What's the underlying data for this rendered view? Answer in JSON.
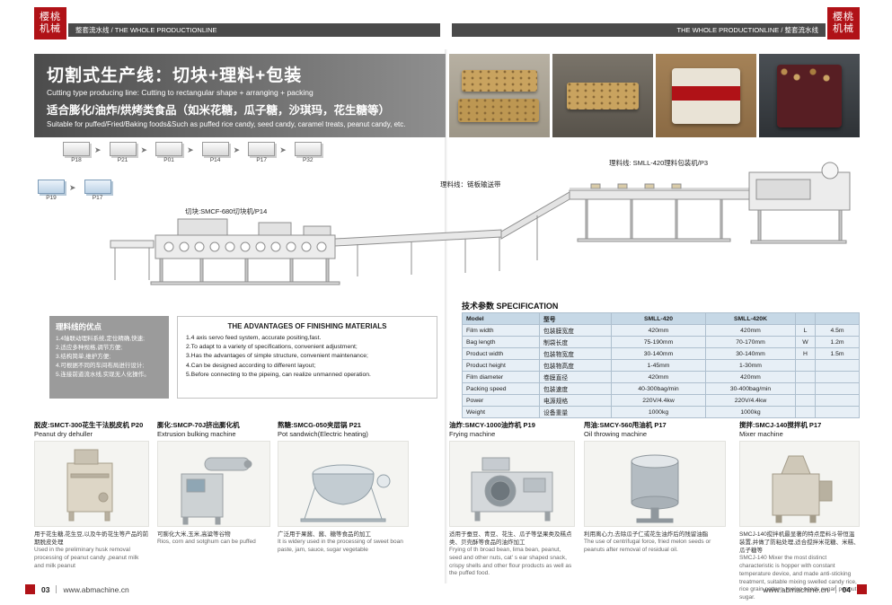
{
  "brand": {
    "logo_line1": "樱桃",
    "logo_line2": "机械",
    "header_left": "整套流水线 / THE WHOLE PRODUCTIONLINE",
    "header_right": "THE WHOLE PRODUCTIONLINE / 整套流水线",
    "accent_red": "#b01217",
    "footer_url_left": "www.abmachine.cn",
    "footer_url_right": "www.abmachine.cn",
    "page_left": "03",
    "page_right": "04"
  },
  "banner": {
    "title_cn": "切割式生产线：切块+理料+包装",
    "title_en": "Cutting type producing line:  Cutting to rectangular shape + arranging + packing",
    "subtitle_cn": "适合膨化/油炸/烘烤类食品（如米花糖，瓜子糖，沙琪玛，花生糖等）",
    "subtitle_en": "Suitable for puffed/Fried/Baking foods&Such as puffed rice candy, seed candy, caramel treats, peanut candy, etc."
  },
  "diagram": {
    "steps_row1": [
      "P18",
      "P21",
      "P01",
      "P14",
      "P17",
      "P32"
    ],
    "steps_row2": [
      "P19",
      "P17"
    ],
    "label_cut": "切块:SMCF-680切块机/P14",
    "label_conveyor": "理料线：链板输送带",
    "label_pack": "理料线: SMLL-420理料包装机/P3"
  },
  "advantages_cn": {
    "title": "理料线的优点",
    "items": [
      "1.4轴联动理料系统,定位精确,快速;",
      "2.适应多种规格,调节方便;",
      "3.结构简单,维护方便;",
      "4.可根据不同的车间布局进行设计;",
      "5.连接前道流水线,实现无人化操作。"
    ]
  },
  "advantages_en": {
    "title": "THE ADVANTAGES OF FINISHING MATERIALS",
    "items": [
      "1.4 axis servo feed system, accurate positing,fast.",
      "2.To adapt to a variety of specifications, convenient adjustment;",
      "3.Has the advantages of simple structure, convenient maintenance;",
      "4.Can be designed according to different layout;",
      "5.Before connecting to the pipeing, can realize unmanned operation."
    ]
  },
  "spec": {
    "title": "技术参数 SPECIFICATION",
    "rows": [
      {
        "en": "Model",
        "cn": "型号",
        "v1": "SMLL-420",
        "v2": "SMLL-420K",
        "k": "",
        "v": ""
      },
      {
        "en": "Film width",
        "cn": "包装膜宽度",
        "v1": "420mm",
        "v2": "420mm",
        "k": "L",
        "v": "4.5m"
      },
      {
        "en": "Bag length",
        "cn": "制袋长度",
        "v1": "75-190mm",
        "v2": "70-170mm",
        "k": "W",
        "v": "1.2m"
      },
      {
        "en": "Product width",
        "cn": "包装物宽度",
        "v1": "30-140mm",
        "v2": "30-140mm",
        "k": "H",
        "v": "1.5m"
      },
      {
        "en": "Product height",
        "cn": "包装物高度",
        "v1": "1-45mm",
        "v2": "1-30mm",
        "k": "",
        "v": ""
      },
      {
        "en": "Film diameter",
        "cn": "卷膜直径",
        "v1": "420mm",
        "v2": "420mm",
        "k": "",
        "v": ""
      },
      {
        "en": "Packing speed",
        "cn": "包装速度",
        "v1": "40-300bag/min",
        "v2": "30-400bag/min",
        "k": "",
        "v": ""
      },
      {
        "en": "Power",
        "cn": "电源规格",
        "v1": "220V/4.4kw",
        "v2": "220V/4.4kw",
        "k": "",
        "v": ""
      },
      {
        "en": "Weight",
        "cn": "设备重量",
        "v1": "1000kg",
        "v2": "1000kg",
        "k": "",
        "v": ""
      }
    ]
  },
  "machines": [
    {
      "title_cn": "脱皮:SMCT-300花生干法脱皮机 P20",
      "title_en": "Peanut dry dehuller",
      "desc_cn": "用于花生糖,花生豆,以及牛奶花生等产品的前期脱皮处理",
      "desc_en": "Used in the preliminary husk removal processing of peanut candy ,peanut milk and milk peanut"
    },
    {
      "title_cn": "膨化:SMCP-70J挤出膨化机",
      "title_en": "Extrusion bulking machine",
      "desc_cn": "可膨化大米,玉米,高粱等谷物",
      "desc_en": "Rios, corn and sotghum can be puffed"
    },
    {
      "title_cn": "熬糖:SMCG-050夹层锅 P21",
      "title_en": "Pot sandwich(Electric heating)",
      "desc_cn": "广泛用于果酱、酱、糖等食品的加工",
      "desc_en": "It is widery used in the processing of sweet boan paste, jam, sauce, sugar vegetable"
    },
    {
      "title_cn": "油炸:SMCY-1000油炸机 P19",
      "title_en": "Frying machine",
      "desc_cn": "适用于蚕豆、青豆、花生、瓜子等坚果类及糕点类、贝壳酥等食品的油炸加工",
      "desc_en": "Frying of th broad bean, lima bean, peanut, seed and other nuts, cat' s ear shaped snack, crispy shells and other flour products as well as the puffed food."
    },
    {
      "title_cn": "甩油:SMCY-560甩油机 P17",
      "title_en": "Oil throwing machine",
      "desc_cn": "利用离心力,去除瓜子仁或花生油炸后的残留油脂",
      "desc_en": "The use of centrifugal force, fried melon seeds or peanuts after removal of residual oil."
    },
    {
      "title_cn": "搅拌:SMCJ-140搅拌机 P17",
      "title_en": "Mixer machine",
      "desc_cn": "SMCJ-140搅拌机最显著的特点是料斗带恒温装置,并做了防粘处理,适合搅拌米花糖、米糕、瓜子糖等",
      "desc_en": "SMCJ-140 Mixer the most distinct characteristic is hopper with constant temperature device, and made anti-sticking treatment, suitable mixing swelled candy rice, rice grain pattern, melon seeds sugar, peanut sugar."
    }
  ]
}
